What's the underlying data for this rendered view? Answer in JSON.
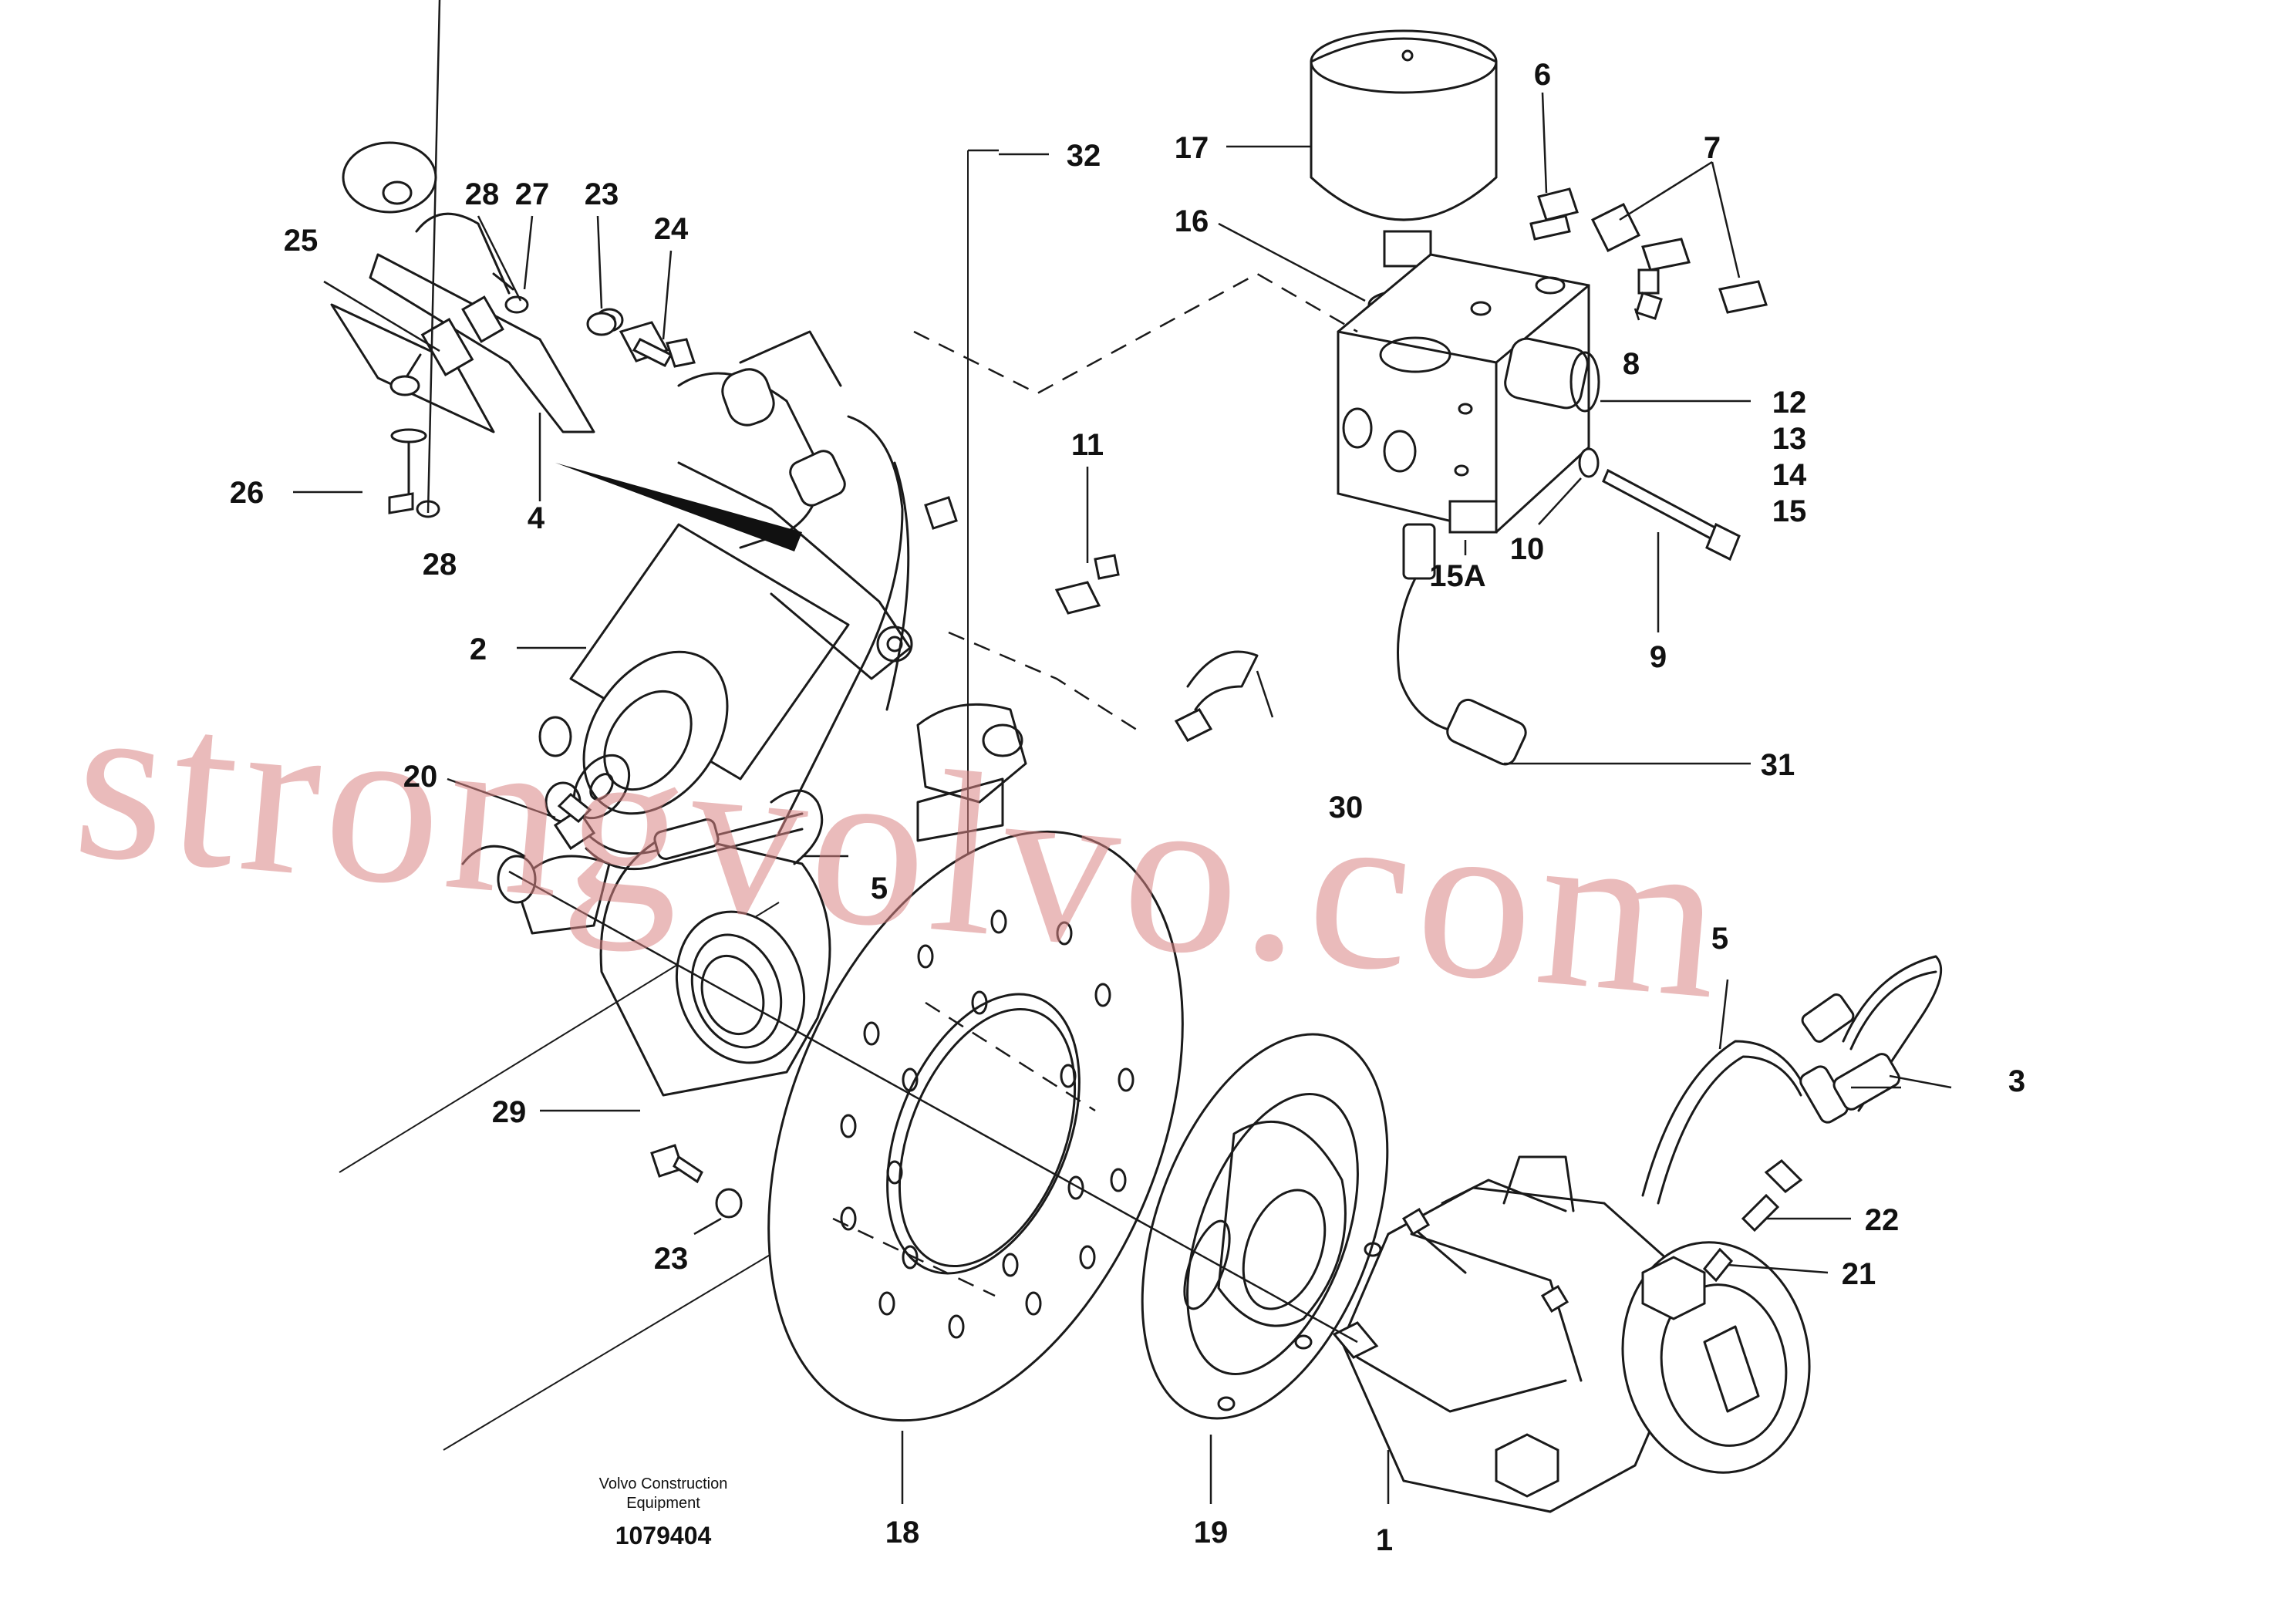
{
  "diagram": {
    "labels": [
      "1",
      "2",
      "3",
      "4",
      "5",
      "5",
      "6",
      "7",
      "8",
      "9",
      "10",
      "11",
      "12",
      "13",
      "14",
      "15",
      "15A",
      "16",
      "17",
      "18",
      "19",
      "20",
      "21",
      "22",
      "23",
      "23",
      "24",
      "25",
      "26",
      "27",
      "28",
      "28",
      "29",
      "30",
      "31",
      "32"
    ]
  },
  "footer": {
    "company_line1": "Volvo Construction",
    "company_line2": "Equipment",
    "doc_number": "1079404"
  },
  "watermark": "strongvolvo.com"
}
